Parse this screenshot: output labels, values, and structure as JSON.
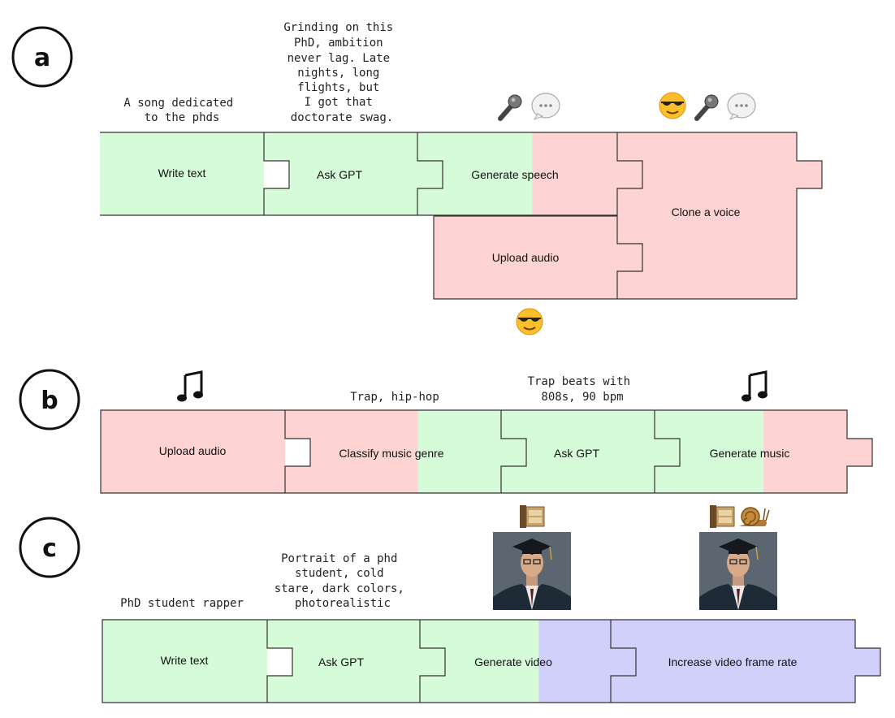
{
  "colors": {
    "green": "#d6fbd8",
    "red": "#fdd3d3",
    "blue": "#d1d0fb",
    "stroke": "#333333"
  },
  "panels": [
    {
      "letter": "a",
      "blocks": [
        {
          "label": "Write text"
        },
        {
          "label": "Ask GPT"
        },
        {
          "label": "Generate speech"
        },
        {
          "label": "Upload audio"
        },
        {
          "label": "Clone a voice"
        }
      ],
      "captions": [
        {
          "lines": [
            "A song dedicated",
            "to the phds"
          ]
        },
        {
          "lines": [
            "Grinding on this",
            "PhD, ambition",
            "never lag. Late",
            "nights, long",
            "flights, but",
            "I got that",
            "doctorate swag."
          ]
        }
      ],
      "icons": [
        {
          "name": "microphone-icon"
        },
        {
          "name": "speech-bubble-icon"
        },
        {
          "name": "sunglasses-face-icon"
        },
        {
          "name": "microphone-icon"
        },
        {
          "name": "speech-bubble-icon"
        },
        {
          "name": "sunglasses-face-icon"
        }
      ]
    },
    {
      "letter": "b",
      "blocks": [
        {
          "label": "Upload audio"
        },
        {
          "label": "Classify music genre"
        },
        {
          "label": "Ask GPT"
        },
        {
          "label": "Generate music"
        }
      ],
      "captions": [
        {
          "lines": [
            "Trap, hip-hop"
          ]
        },
        {
          "lines": [
            "Trap beats with",
            "808s, 90 bpm"
          ]
        }
      ],
      "icons": [
        {
          "name": "music-note-icon"
        },
        {
          "name": "music-note-icon"
        }
      ]
    },
    {
      "letter": "c",
      "blocks": [
        {
          "label": "Write text"
        },
        {
          "label": "Ask GPT"
        },
        {
          "label": "Generate video"
        },
        {
          "label": "Increase video frame rate"
        }
      ],
      "captions": [
        {
          "lines": [
            "PhD student rapper"
          ]
        },
        {
          "lines": [
            "Portrait of a phd",
            "student, cold",
            "stare, dark colors,",
            "photorealistic"
          ]
        }
      ],
      "icons": [
        {
          "name": "film-strip-icon"
        },
        {
          "name": "film-strip-icon"
        },
        {
          "name": "snail-icon"
        },
        {
          "name": "graduate-portrait-image"
        },
        {
          "name": "graduate-portrait-image"
        }
      ]
    }
  ]
}
